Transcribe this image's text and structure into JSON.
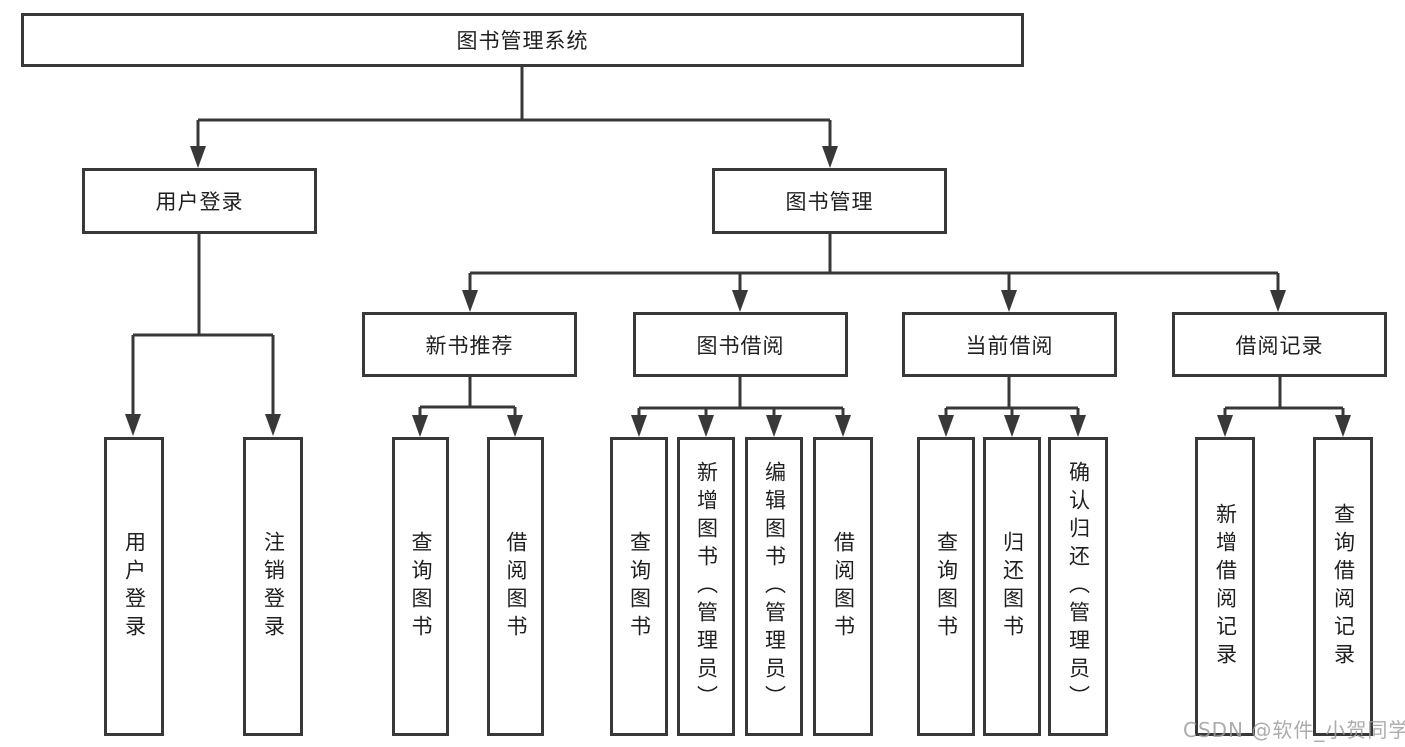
{
  "diagram": {
    "root": {
      "label": "图书管理系统"
    },
    "user_login": {
      "label": "用户登录",
      "children": [
        {
          "label": "用户登录"
        },
        {
          "label": "注销登录"
        }
      ]
    },
    "book_management": {
      "label": "图书管理",
      "children": [
        {
          "label": "新书推荐",
          "children": [
            {
              "label": "查询图书"
            },
            {
              "label": "借阅图书"
            }
          ]
        },
        {
          "label": "图书借阅",
          "children": [
            {
              "label": "查询图书"
            },
            {
              "label": "新增图书（管理员）"
            },
            {
              "label": "编辑图书（管理员）"
            },
            {
              "label": "借阅图书"
            }
          ]
        },
        {
          "label": "当前借阅",
          "children": [
            {
              "label": "查询图书"
            },
            {
              "label": "归还图书"
            },
            {
              "label": "确认归还（管理员）"
            }
          ]
        },
        {
          "label": "借阅记录",
          "children": [
            {
              "label": "新增借阅记录"
            },
            {
              "label": "查询借阅记录"
            }
          ]
        }
      ]
    },
    "watermark": "CSDN @软件_小贺同学"
  },
  "colors": {
    "line": "#383838",
    "box_border": "#383838",
    "text": "#1f1f1f",
    "background": "#ffffff",
    "watermark": "#9e9e9e"
  }
}
